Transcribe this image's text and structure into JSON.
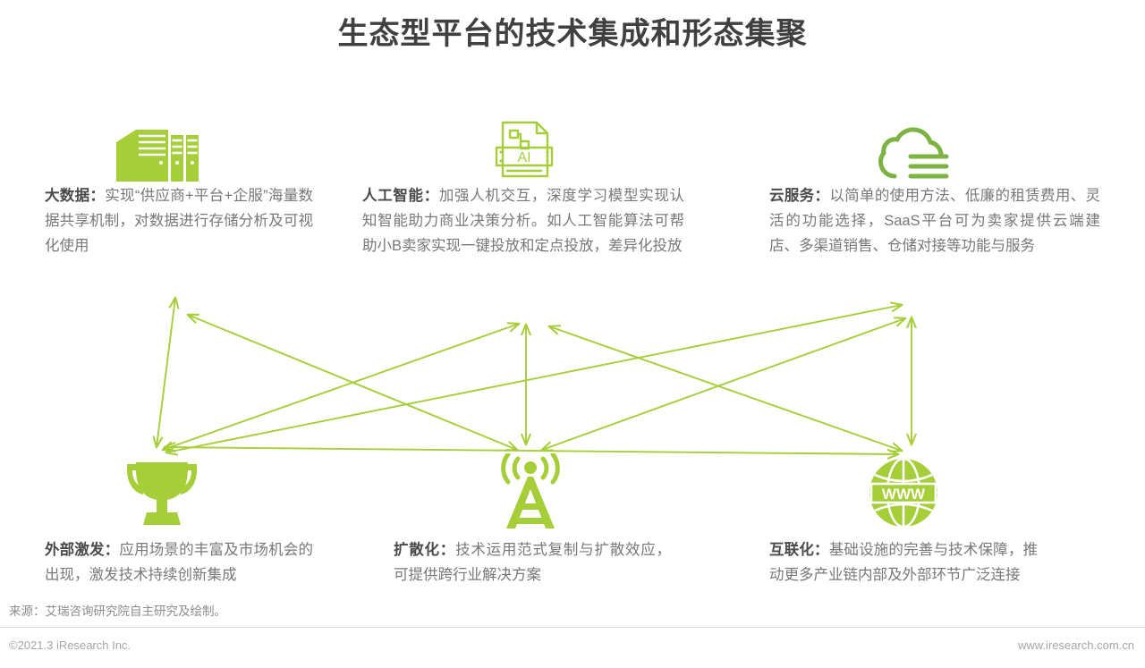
{
  "title": "生态型平台的技术集成和形态集聚",
  "colors": {
    "accent_green": "#a6ce39",
    "title_gray": "#404040",
    "body_gray": "#77787b",
    "footer_gray": "#a6a6a6"
  },
  "nodes": {
    "bigdata": {
      "icon": "server-racks-icon",
      "label": "大数据：",
      "body": "实现“供应商+平台+企服”海量数据共享机制，对数据进行存储分析及可视化使用"
    },
    "ai": {
      "icon": "ai-document-icon",
      "icon_text": "AI",
      "label": "人工智能：",
      "body": "加强人机交互，深度学习模型实现认知智能助力商业决策分析。如人工智能算法可帮助小B卖家实现一键投放和定点投放，差异化投放"
    },
    "cloud": {
      "icon": "cloud-service-icon",
      "label": "云服务：",
      "body": "以简单的使用方法、低廉的租赁费用、灵活的功能选择，SaaS平台可为卖家提供云端建店、多渠道销售、仓储对接等功能与服务"
    },
    "external": {
      "icon": "trophy-icon",
      "label": "外部激发：",
      "body": "应用场景的丰富及市场机会的出现，激发技术持续创新集成"
    },
    "diffusion": {
      "icon": "broadcast-tower-icon",
      "label": "扩散化：",
      "body": "技术运用范式复制与扩散效应，可提供跨行业解决方案"
    },
    "internet": {
      "icon": "globe-www-icon",
      "icon_text": "WWW",
      "label": "互联化：",
      "body": "基础设施的完善与技术保障，推动更多产业链内部及外部环节广泛连接"
    }
  },
  "diagram": {
    "type": "node-link",
    "description": "六个节点之间的双向箭头连接网络",
    "top_nodes": [
      "大数据",
      "人工智能",
      "云服务"
    ],
    "bottom_nodes": [
      "外部激发",
      "扩散化",
      "互联化"
    ],
    "edges": [
      {
        "from": "外部激发",
        "to": "大数据",
        "bidirectional": true
      },
      {
        "from": "外部激发",
        "to": "人工智能",
        "bidirectional": true
      },
      {
        "from": "外部激发",
        "to": "云服务",
        "bidirectional": true
      },
      {
        "from": "扩散化",
        "to": "大数据",
        "bidirectional": true
      },
      {
        "from": "扩散化",
        "to": "人工智能",
        "bidirectional": true
      },
      {
        "from": "扩散化",
        "to": "云服务",
        "bidirectional": true
      },
      {
        "from": "互联化",
        "to": "大数据",
        "bidirectional": true
      },
      {
        "from": "互联化",
        "to": "人工智能",
        "bidirectional": true
      },
      {
        "from": "互联化",
        "to": "云服务",
        "bidirectional": true
      }
    ]
  },
  "footer": {
    "source": "来源：艾瑞咨询研究院自主研究及绘制。",
    "copyright": "©2021.3 iResearch Inc.",
    "website": "www.iresearch.com.cn"
  }
}
